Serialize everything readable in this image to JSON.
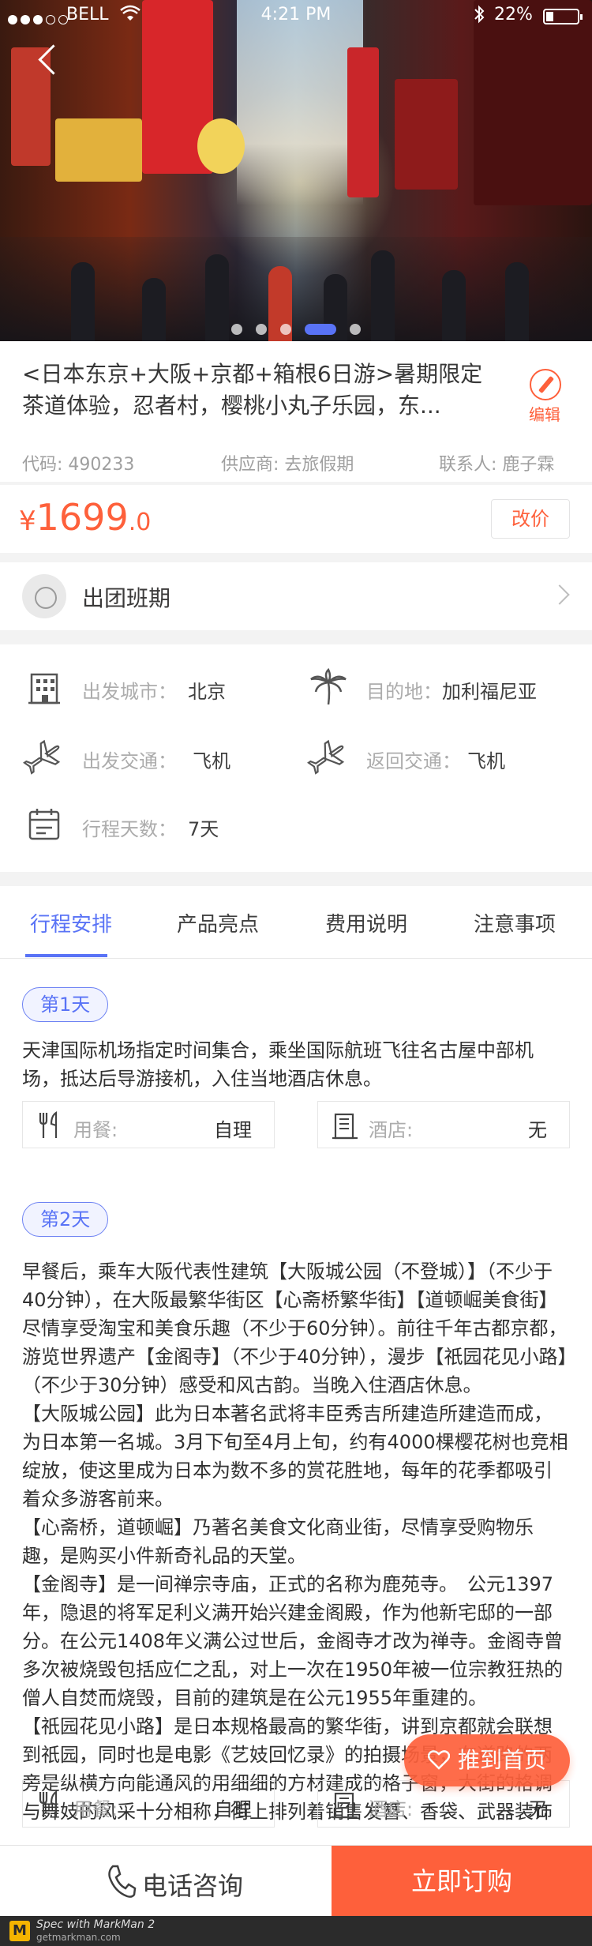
{
  "status_bar": {
    "carrier": "BELL",
    "time": "4:21 PM",
    "battery": "22%"
  },
  "colors": {
    "accent_blue": "#5973f6",
    "accent_orange": "#fe603b",
    "text_dark": "#313131",
    "text_gray": "#9f9f9f",
    "page_bg": "#f3f3f3"
  },
  "hero": {
    "back_icon": "back-arrow-icon",
    "carousel_count": 5,
    "carousel_active": 4
  },
  "product": {
    "title": "<日本东京+大阪+京都+箱根6日游>暑期限定茶道体验，忍者村，樱桃小丸子乐园，东...",
    "edit_label": "编辑",
    "code": "代码: 490233",
    "supplier": "供应商: 去旅假期",
    "contact": "联系人: 鹿子霖"
  },
  "price": {
    "currency": "¥",
    "integer": "1699",
    "decimal": ".0",
    "change_label": "改价"
  },
  "schedule": {
    "label": "出团班期"
  },
  "info": {
    "depart_city_label": "出发城市：",
    "depart_city_value": "北京",
    "destination_label": "目的地：",
    "destination_value": "加利福尼亚",
    "depart_transport_label": "出发交通：",
    "depart_transport_value": "飞机",
    "return_transport_label": "返回交通：",
    "return_transport_value": "飞机",
    "days_label": "行程天数：",
    "days_value": "7天"
  },
  "tabs": [
    "行程安排",
    "产品亮点",
    "费用说明",
    "注意事项"
  ],
  "itinerary": {
    "day1": {
      "badge": "第1天",
      "text": "天津国际机场指定时间集合，乘坐国际航班飞往名古屋中部机场，抵达后导游接机，入住当地酒店休息。",
      "meal_label": "用餐:",
      "meal_value": "自理",
      "hotel_label": "酒店:",
      "hotel_value": "无"
    },
    "day2": {
      "badge": "第2天",
      "paragraphs": [
        "早餐后，乘车大阪代表性建筑【大阪城公园（不登城）】（不少于40分钟），在大阪最繁华街区【心斋桥繁华街】【道顿崛美食街】尽情享受淘宝和美食乐趣（不少于60分钟）。前往千年古都京都，游览世界遗产【金阁寺】（不少于40分钟），漫步【祇园花见小路】（不少于30分钟）感受和风古韵。当晚入住酒店休息。",
        "【大阪城公园】此为日本著名武将丰臣秀吉所建造所建造而成，为日本第一名城。3月下旬至4月上旬，约有4000棵樱花树也竞相绽放，使这里成为日本为数不多的赏花胜地，每年的花季都吸引着众多游客前来。",
        "【心斋桥，道顿崛】乃著名美食文化商业街，尽情享受购物乐趣，是购买小件新奇礼品的天堂。",
        "【金阁寺】是一间禅宗寺庙，正式的名称为鹿苑寺。　公元1397年，隐退的将军足利义满开始兴建金阁殿，作为他新宅邸的一部分。在公元1408年义满公过世后，金阁寺才改为禅寺。金阁寺曾多次被烧毁包括应仁之乱，对上一次在1950年被一位宗教狂热的僧人自焚而烧毁，目前的建筑是在公元1955年重建的。",
        "【祇园花见小路】是日本规格最高的繁华街，讲到京都就会联想到祇园，同时也是电影《艺妓回忆录》的拍摄场景，在道路的两旁是纵横方向能通风的用细细的方材建成的格子窗，大街的格调与舞妓的风采十分相称，街上排列着销售发簪、香袋、武器装饰"
      ],
      "meal_label": "用餐:",
      "meal_value": "自理",
      "hotel_label": "酒店:",
      "hotel_value": "无"
    }
  },
  "push_button": {
    "label": "推到首页",
    "icon": "heart-icon"
  },
  "bottom_bar": {
    "phone_label": "电话咨询",
    "phone_icon": "phone-icon",
    "order_label": "立即订购"
  },
  "watermark": {
    "line1": "Spec with MarkMan 2",
    "line2": "getmarkman.com"
  }
}
